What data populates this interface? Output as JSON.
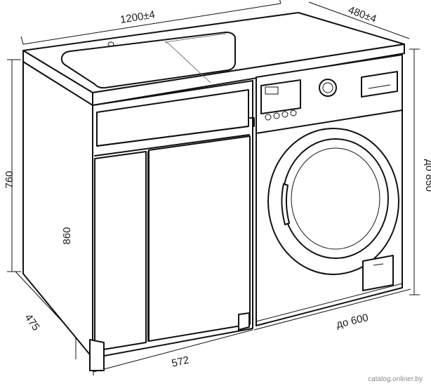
{
  "dimensions": {
    "width_top": "1200±4",
    "depth_top": "480±4",
    "height_cabinet": "760",
    "height_front": "860",
    "height_machine": "до 850",
    "depth_side": "475",
    "width_cabinet": "572",
    "width_machine": "до 600"
  },
  "watermark": "catalog.onliner.by"
}
